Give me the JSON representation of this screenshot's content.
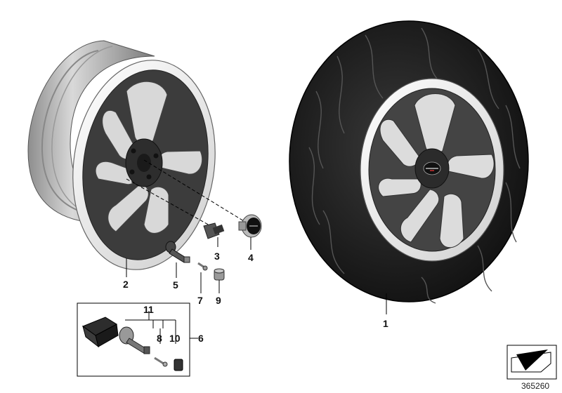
{
  "callouts": {
    "tyre_wheel": "1",
    "rim": "2",
    "bolt": "3",
    "hub_cap": "4",
    "valve": "5",
    "rdc_kit": "6",
    "valve_core": "7",
    "screw": "8",
    "cap": "9",
    "nut": "10",
    "rdc_group": "11"
  },
  "reference_number": "365260",
  "colors": {
    "tyre": "#1c1c1c",
    "tyre_tread": "#2e2e2e",
    "rim_lip": "#e8e8e8",
    "spoke_dark": "#4a4a4a",
    "rim_barrel": "#b8b8b8",
    "line": "#000000"
  }
}
